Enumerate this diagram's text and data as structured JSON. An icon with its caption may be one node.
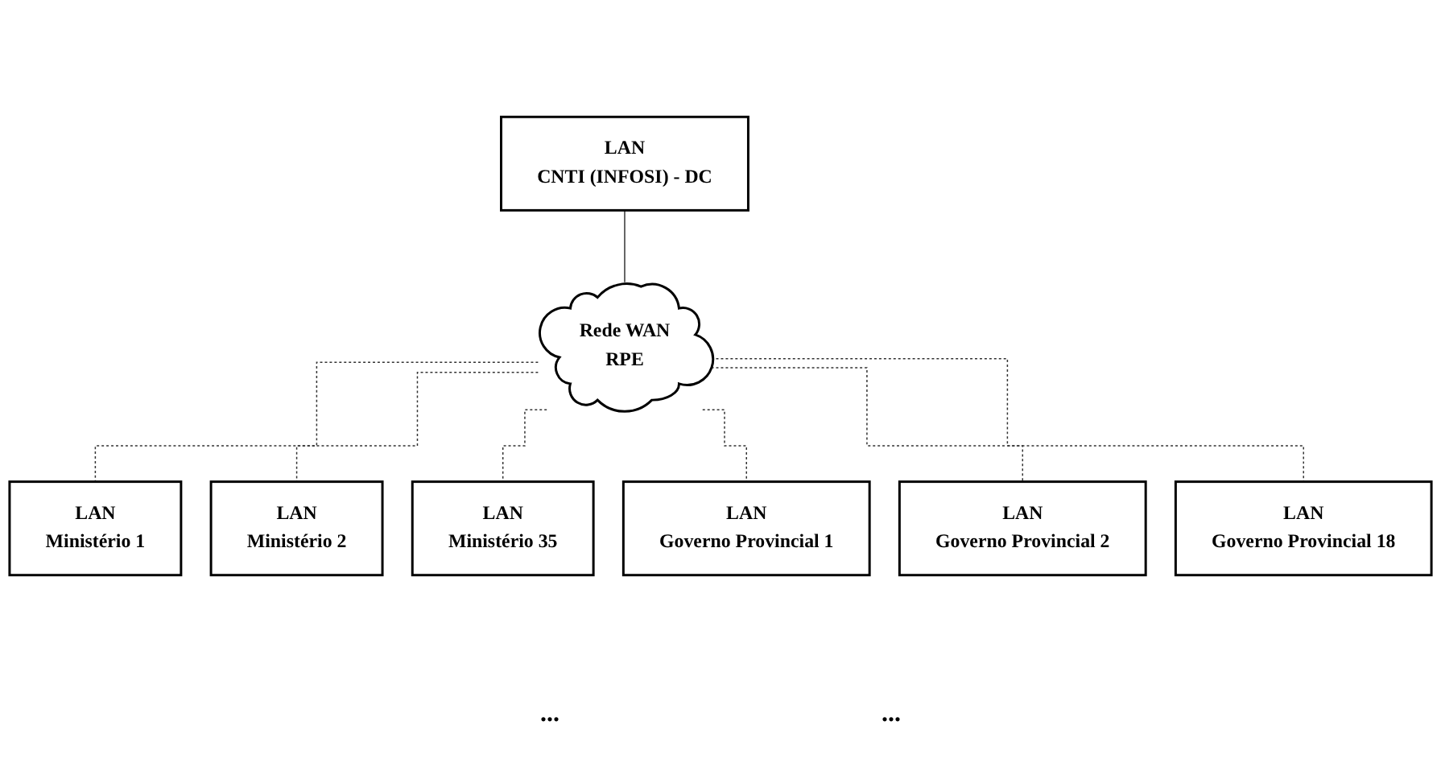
{
  "diagram": {
    "nodes": [
      {
        "text": [
          "LAN",
          "CNTI (INFOSI) - DC"
        ]
      },
      {
        "text": [
          "Rede WAN",
          "RPE"
        ]
      },
      {
        "text": [
          "LAN",
          "Ministério 1"
        ]
      },
      {
        "text": [
          "LAN",
          "Ministério 2"
        ]
      },
      {
        "text": [
          "LAN",
          "Ministério 35"
        ]
      },
      {
        "text": [
          "LAN",
          "Governo Provincial 1"
        ]
      },
      {
        "text": [
          "LAN",
          "Governo Provincial 2"
        ]
      },
      {
        "text": [
          "LAN",
          "Governo Provincial 18"
        ]
      }
    ],
    "edges": [
      {
        "from": 0,
        "to": 1,
        "arrow": "none"
      },
      {
        "from": 1,
        "to": 2,
        "arrow": "none",
        "style": "dashed"
      },
      {
        "from": 1,
        "to": 3,
        "arrow": "none",
        "style": "dashed"
      },
      {
        "from": 1,
        "to": 4,
        "arrow": "none",
        "style": "dashed"
      },
      {
        "from": 1,
        "to": 5,
        "arrow": "none",
        "style": "dashed"
      },
      {
        "from": 1,
        "to": 6,
        "arrow": "none",
        "style": "dashed"
      },
      {
        "from": 1,
        "to": 7,
        "arrow": "none",
        "style": "dashed"
      }
    ],
    "labels": [
      "...",
      "..."
    ]
  }
}
